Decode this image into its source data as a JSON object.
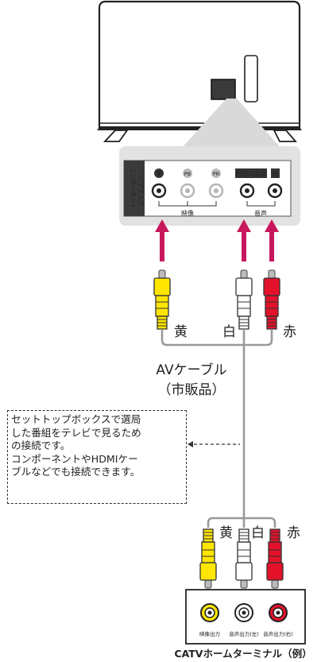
{
  "panel": {
    "side_label_line1": "コンポーネント",
    "side_label_line2": "／ビデオ入力",
    "jack_labels": [
      "Y",
      "PB",
      "PR",
      "左(モノラル)",
      "右"
    ],
    "video_group_label": "映像",
    "audio_group_label": "音声"
  },
  "cable": {
    "name": "AVケーブル",
    "note": "（市販品）",
    "plug_colors": [
      "黄",
      "白",
      "赤"
    ]
  },
  "note_box": {
    "lines": [
      "セットトップボックスで選局",
      "した番組をテレビで見るため",
      "の接続です。",
      "コンポーネントやHDMIケー",
      "ブルなどでも接続できます。"
    ]
  },
  "terminal": {
    "jack_labels": [
      "映像出力",
      "音声出力(左)",
      "音声出力(右)"
    ],
    "caption": "CATVホームターミナル（例）"
  },
  "colors": {
    "yellow": "#ffe600",
    "white": "#ffffff",
    "red": "#e3122a",
    "arrow": "#c8175d",
    "panel": "#e2e2e2",
    "cable": "#9a9a9a"
  }
}
